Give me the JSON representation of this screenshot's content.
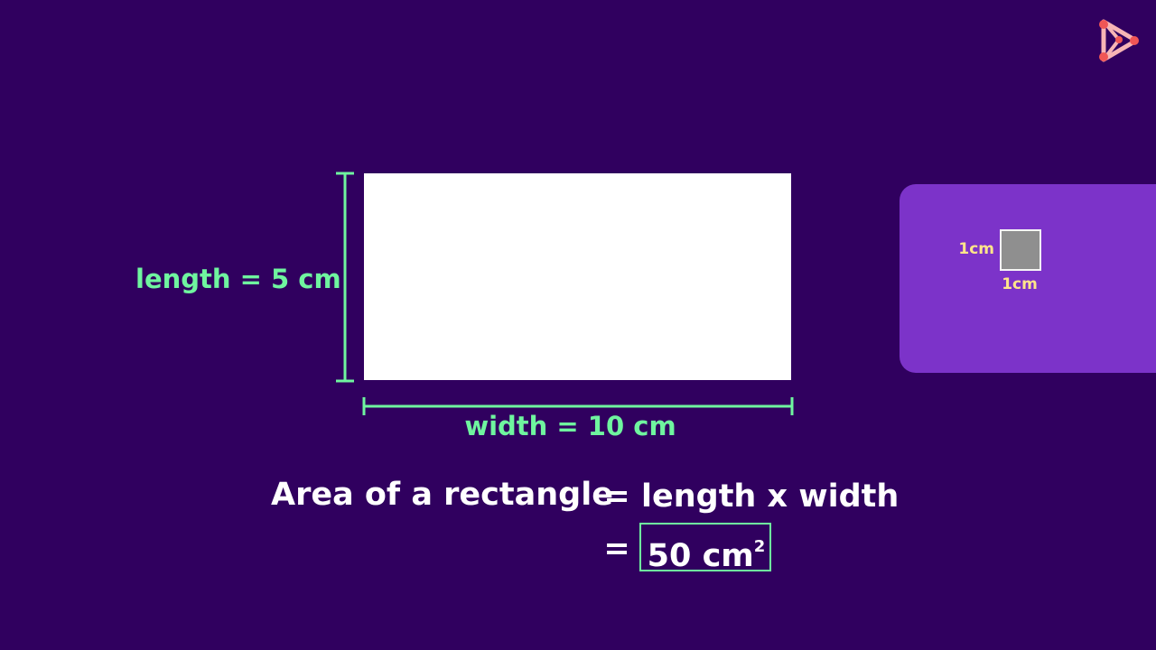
{
  "logo": {
    "icon": "play-network-logo"
  },
  "diagram": {
    "length_label": "length = 5 cm",
    "width_label": "width = 10 cm",
    "measure_color": "#6ff59f"
  },
  "unit_panel": {
    "left_label": "1cm",
    "bottom_label": "1cm"
  },
  "formula": {
    "lhs": "Area of a rectangle",
    "equals": "=",
    "rhs": "length x width",
    "result_value": "50 cm",
    "result_exponent": "2"
  },
  "colors": {
    "background": "#30005f",
    "panel": "#7c33c9",
    "accent": "#6ff59f",
    "unit_text": "#ffe58a"
  }
}
